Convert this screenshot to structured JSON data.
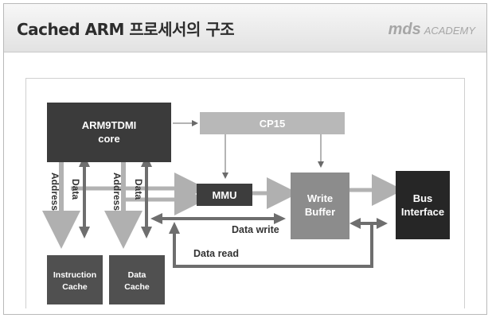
{
  "header": {
    "title": "Cached ARM 프로세서의 구조",
    "brand_main": "mds",
    "brand_sub": "ACADEMY"
  },
  "diagram": {
    "core": {
      "line1": "ARM9TDMI",
      "line2": "core"
    },
    "cp15": "CP15",
    "mmu": "MMU",
    "write_buffer": {
      "line1": "Write",
      "line2": "Buffer"
    },
    "bus_interface": {
      "line1": "Bus",
      "line2": "Interface"
    },
    "icache": {
      "line1": "Instruction",
      "line2": "Cache"
    },
    "dcache": {
      "line1": "Data",
      "line2": "Cache"
    },
    "labels": {
      "address_i": "Address",
      "data_i": "Data",
      "address_d": "Address",
      "data_d": "Data",
      "data_write": "Data write",
      "data_read": "Data read"
    }
  },
  "colors": {
    "core": "#3b3b3b",
    "cp15": "#b7b7b7",
    "mmu": "#3d3d3d",
    "write_buffer": "#8c8c8c",
    "bus_interface": "#262626",
    "cache": "#505050",
    "arrow_dark": "#6e6e6e",
    "arrow_light": "#b4b4b4"
  }
}
